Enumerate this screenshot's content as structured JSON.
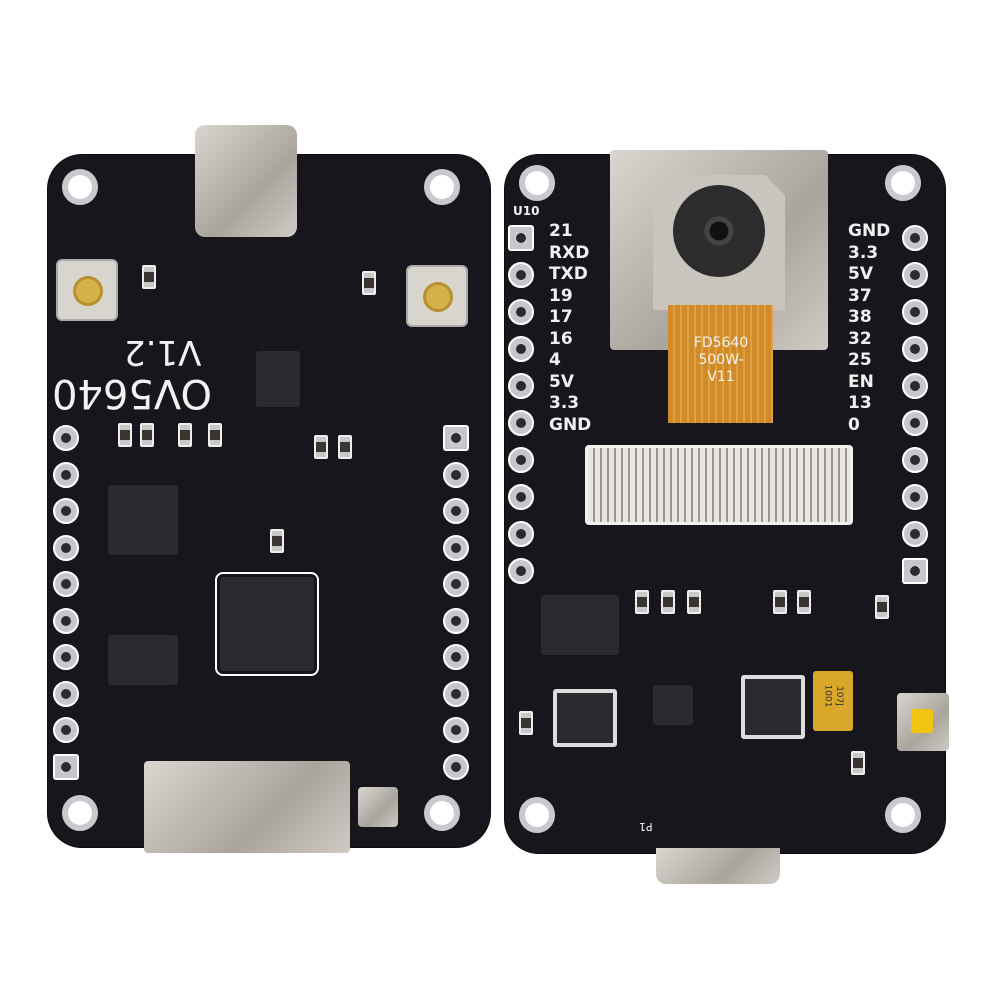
{
  "left_board": {
    "model_label": "OV5640",
    "version_label": "V1.2",
    "pin_count_per_side": 10
  },
  "right_board": {
    "designator": "U10",
    "left_pins": [
      "21",
      "RXD",
      "TXD",
      "19",
      "17",
      "16",
      "4",
      "5V",
      "3.3",
      "GND"
    ],
    "right_pins": [
      "GND",
      "3.3",
      "5V",
      "37",
      "38",
      "32",
      "25",
      "EN",
      "13",
      "0"
    ],
    "camera_flex_label": [
      "FD5640",
      "500W-",
      "V11"
    ],
    "connector_designator": "P1",
    "capacitor_marking": [
      "107J",
      "1001"
    ]
  },
  "colors": {
    "pcb": "#17161c",
    "flex": "#d08a2a",
    "metal": "#c4c0b9",
    "silkscreen": "#f2f2f2"
  }
}
